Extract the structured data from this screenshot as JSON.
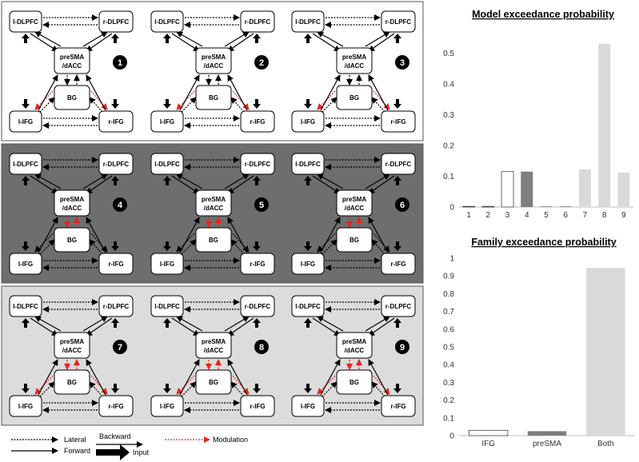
{
  "node_labels": {
    "ldlpfc": "l-DLPFC",
    "rdlpfc": "r-DLPFC",
    "presma_1": "preSMA",
    "presma_2": "/dACC",
    "bg": "BG",
    "lifg": "l-IFG",
    "rifg": "r-IFG"
  },
  "models": [
    {
      "number": "1",
      "modulation": "ifg"
    },
    {
      "number": "2",
      "modulation": "ifg"
    },
    {
      "number": "3",
      "modulation": "ifg"
    },
    {
      "number": "4",
      "modulation": "presma"
    },
    {
      "number": "5",
      "modulation": "presma"
    },
    {
      "number": "6",
      "modulation": "presma"
    },
    {
      "number": "7",
      "modulation": "both"
    },
    {
      "number": "8",
      "modulation": "both"
    },
    {
      "number": "9",
      "modulation": "both"
    }
  ],
  "family_backgrounds": [
    "#ffffff",
    "#6e6e6e",
    "#dcdcdc"
  ],
  "legend": {
    "lateral": "Lateral",
    "forward": "Forward",
    "backward": "Backward",
    "input": "Input",
    "modulation": "Modulation"
  },
  "colors": {
    "modulation": "#e8231f",
    "white_bar": "#ffffff",
    "dark_bar": "#7f7f7f",
    "light_bar": "#d9d9d9"
  },
  "chart_data": [
    {
      "type": "bar",
      "title": "Model exceedance probability",
      "categories": [
        "1",
        "2",
        "3",
        "4",
        "5",
        "6",
        "7",
        "8",
        "9"
      ],
      "values": [
        0.002,
        0.002,
        0.115,
        0.115,
        0.0,
        0.001,
        0.122,
        0.53,
        0.112
      ],
      "bar_colors": [
        "#ffffff",
        "#ffffff",
        "#ffffff",
        "#7f7f7f",
        "#7f7f7f",
        "#7f7f7f",
        "#d9d9d9",
        "#d9d9d9",
        "#d9d9d9"
      ],
      "yticks": [
        "0",
        "0.1",
        "0.2",
        "0.3",
        "0.4",
        "0.5"
      ],
      "ylim": [
        0,
        0.55
      ],
      "grid": false
    },
    {
      "type": "bar",
      "title": "Family exceedance probability",
      "categories": [
        "IFG",
        "preSMA",
        "Both"
      ],
      "values": [
        0.03,
        0.025,
        0.945
      ],
      "bar_colors": [
        "#ffffff",
        "#7f7f7f",
        "#d9d9d9"
      ],
      "yticks": [
        "0",
        "0.1",
        "0.2",
        "0.3",
        "0.4",
        "0.5",
        "0.6",
        "0.7",
        "0.8",
        "0.9",
        "1"
      ],
      "ylim": [
        0,
        1.0
      ],
      "grid": false
    }
  ]
}
